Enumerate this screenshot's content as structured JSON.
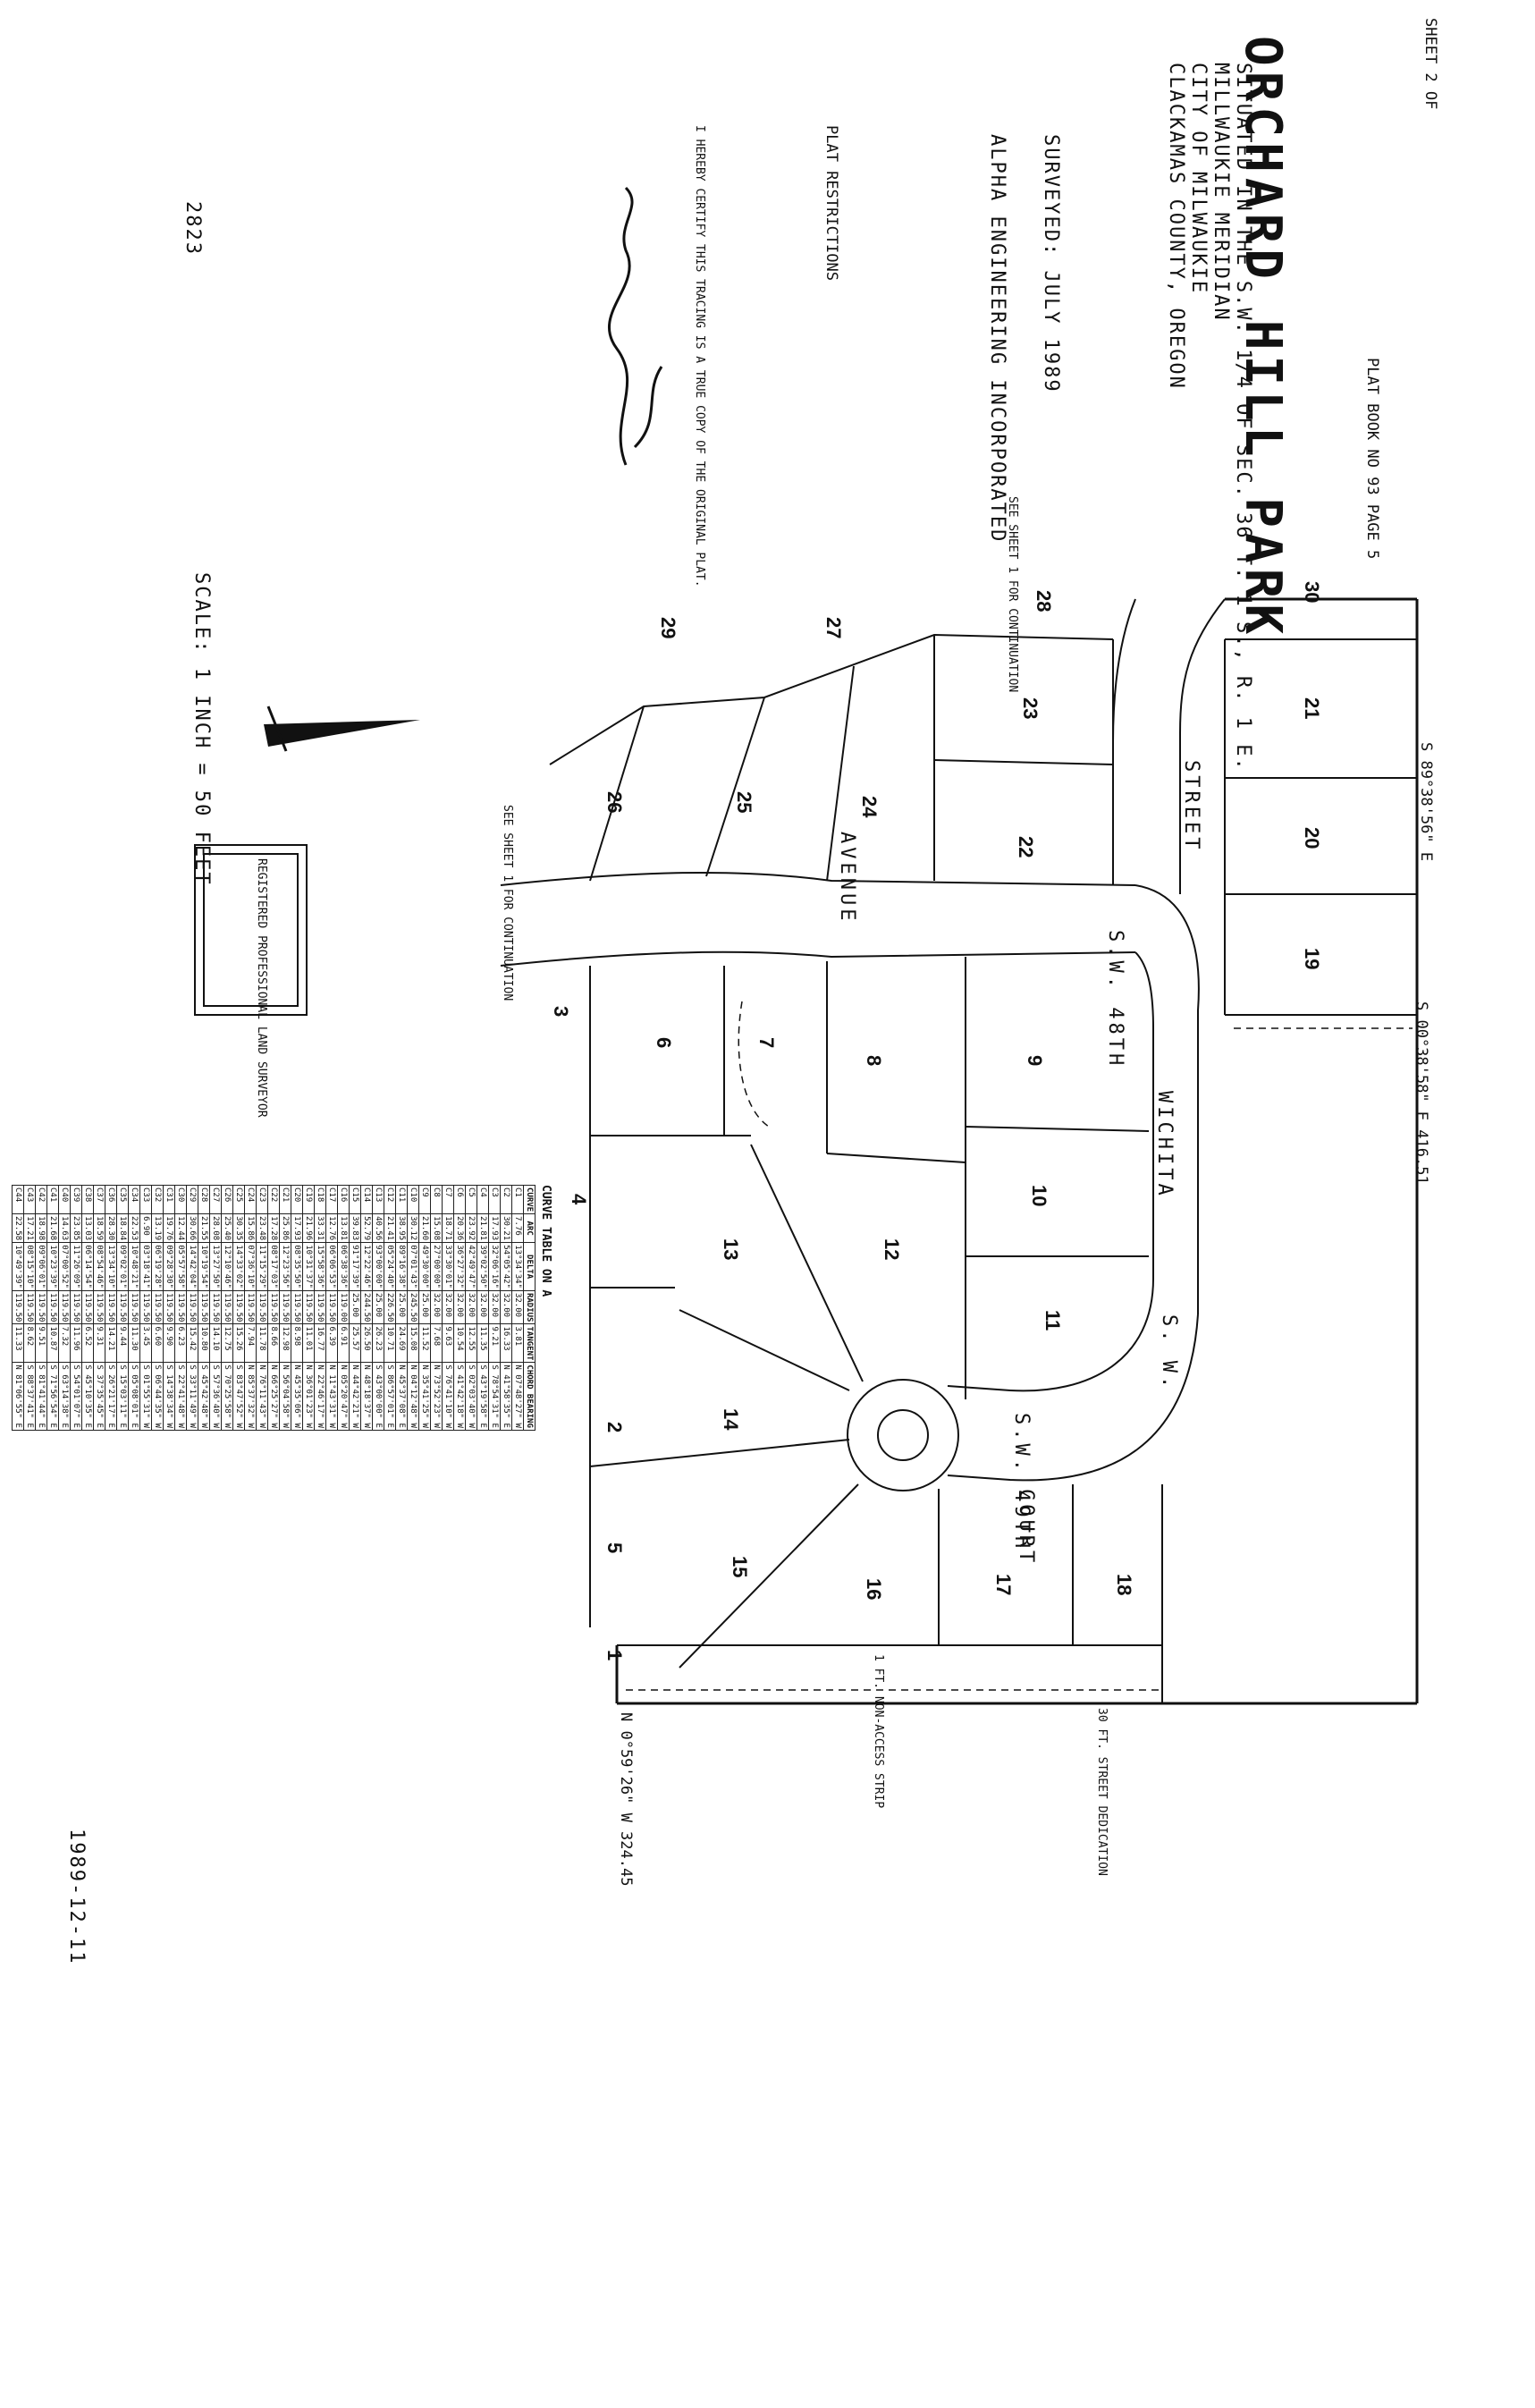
{
  "title": {
    "main": "ORCHARD HILL PARK",
    "sheet": "SHEET 2 OF",
    "plat_book": "PLAT BOOK NO",
    "plat_book_no": "93",
    "page": "PAGE",
    "page_no": "5"
  },
  "title_block": {
    "lines": [
      "SITUATED IN THE S.W. 1/4 OF SEC. 36 T. 1 S., R. 1 E.",
      "MILLWAUKIE MERIDIAN",
      "CITY OF MILWAUKIE",
      "CLACKAMAS COUNTY, OREGON"
    ],
    "surveyed": "SURVEYED: JULY 1989",
    "company": "ALPHA ENGINEERING INCORPORATED"
  },
  "restrictions": {
    "heading": "PLAT RESTRICTIONS",
    "text": "I HEREBY CERTIFY THIS TRACING IS A TRUE COPY OF THE ORIGINAL PLAT."
  },
  "scale": {
    "text": "SCALE: 1 INCH = 50 FEET",
    "north_icon": "north-arrow-icon"
  },
  "stamp": {
    "label": "REGISTERED PROFESSIONAL LAND SURVEYOR"
  },
  "handwriting": {
    "doc_no": "2823",
    "date_note": "1989-12-11"
  },
  "streets": [
    {
      "name": "S.W. 48TH",
      "label": "s-w-48th"
    },
    {
      "name": "AVENUE",
      "label": "avenue"
    },
    {
      "name": "STREET",
      "label": "street"
    },
    {
      "name": "S.W. 49TH",
      "label": "s-w-49th"
    },
    {
      "name": "COURT",
      "label": "court"
    },
    {
      "name": "WICHITA",
      "label": "wichita"
    },
    {
      "name": "S. W.",
      "label": "s-w"
    }
  ],
  "boundary": {
    "east_bearing": "S 00°38'58\" E  416.51",
    "south_bearing": "N 0°59'26\" W  324.45",
    "north_bearing": "S 89°38'56\" E",
    "street_dedication": "30 FT. STREET DEDICATION",
    "non_access": "1 FT. NON-ACCESS STRIP",
    "continuation_1": "SEE SHEET 1 FOR CONTINUATION",
    "continuation_2": "SEE SHEET 1 FOR CONTINUATION"
  },
  "lots": [
    {
      "num": "1",
      "area": ""
    },
    {
      "num": "2",
      "area": ""
    },
    {
      "num": "3",
      "area": ""
    },
    {
      "num": "4",
      "area": ""
    },
    {
      "num": "5",
      "area": ""
    },
    {
      "num": "6",
      "area": ""
    },
    {
      "num": "7",
      "area": ""
    },
    {
      "num": "8",
      "area": ""
    },
    {
      "num": "9",
      "area": ""
    },
    {
      "num": "10",
      "area": ""
    },
    {
      "num": "11",
      "area": ""
    },
    {
      "num": "12",
      "area": ""
    },
    {
      "num": "13",
      "area": ""
    },
    {
      "num": "14",
      "area": ""
    },
    {
      "num": "15",
      "area": ""
    },
    {
      "num": "16",
      "area": ""
    },
    {
      "num": "17",
      "area": ""
    },
    {
      "num": "18",
      "area": ""
    },
    {
      "num": "19",
      "area": ""
    },
    {
      "num": "20",
      "area": ""
    },
    {
      "num": "21",
      "area": ""
    },
    {
      "num": "22",
      "area": ""
    },
    {
      "num": "23",
      "area": ""
    },
    {
      "num": "24",
      "area": ""
    },
    {
      "num": "25",
      "area": ""
    },
    {
      "num": "26",
      "area": ""
    },
    {
      "num": "27",
      "area": ""
    },
    {
      "num": "28",
      "area": ""
    },
    {
      "num": "29",
      "area": ""
    },
    {
      "num": "30",
      "area": ""
    }
  ],
  "curve_table": {
    "title": "CURVE TABLE ON A",
    "headers": [
      "CURVE",
      "ARC",
      "DELTA",
      "RADIUS",
      "TANGENT",
      "CHORD BEARING"
    ],
    "rows": [
      [
        "C1",
        "7.76",
        "13°34'34\"",
        "32.00",
        "3.81",
        "N 07°48'27\" W"
      ],
      [
        "C2",
        "30.21",
        "54°05'42\"",
        "32.00",
        "16.33",
        "N 41°58'35\" E"
      ],
      [
        "C3",
        "17.93",
        "32°06'16\"",
        "32.00",
        "9.21",
        "S 78°54'31\" E"
      ],
      [
        "C4",
        "21.81",
        "39°02'50\"",
        "32.00",
        "11.35",
        "S 43°19'58\" E"
      ],
      [
        "C5",
        "23.92",
        "42°49'47\"",
        "32.00",
        "12.55",
        "S 02°03'40\" W"
      ],
      [
        "C6",
        "20.36",
        "36°27'32\"",
        "32.00",
        "10.54",
        "S 41°42'18\" W"
      ],
      [
        "C7",
        "18.71",
        "33°30'01\"",
        "32.00",
        "9.63",
        "S 76°41'10\" W"
      ],
      [
        "C8",
        "15.08",
        "27°00'00\"",
        "32.00",
        "7.68",
        "N 73°52'23\" W"
      ],
      [
        "C9",
        "21.60",
        "49°30'00\"",
        "25.00",
        "11.52",
        "N 35°41'25\" W"
      ],
      [
        "C10",
        "30.12",
        "07°01'43\"",
        "245.50",
        "15.08",
        "N 04°12'48\" W"
      ],
      [
        "C11",
        "38.95",
        "89°16'38\"",
        "25.00",
        "24.69",
        "N 45°37'08\" E"
      ],
      [
        "C12",
        "21.41",
        "05°24'40\"",
        "226.50",
        "10.71",
        "S 86°57'01\" E"
      ],
      [
        "C13",
        "40.56",
        "93°00'00\"",
        "25.00",
        "26.23",
        "S 43°00'00\" E"
      ],
      [
        "C14",
        "52.79",
        "12°22'46\"",
        "244.50",
        "26.50",
        "N 48°18'37\" W"
      ],
      [
        "C15",
        "39.83",
        "91°17'39\"",
        "25.00",
        "25.57",
        "N 44°42'21\" W"
      ],
      [
        "C16",
        "13.81",
        "06°38'36\"",
        "119.00",
        "6.91",
        "N 05°20'47\" W"
      ],
      [
        "C17",
        "12.76",
        "06°06'53\"",
        "119.50",
        "6.39",
        "N 11°43'31\" W"
      ],
      [
        "C18",
        "33.31",
        "15°58'36\"",
        "119.50",
        "16.77",
        "N 22°46'17\" W"
      ],
      [
        "C19",
        "21.96",
        "10°31'37\"",
        "119.50",
        "11.01",
        "N 36°01'23\" W"
      ],
      [
        "C20",
        "17.93",
        "08°35'50\"",
        "119.50",
        "8.98",
        "N 45°35'06\" W"
      ],
      [
        "C21",
        "25.86",
        "12°23'56\"",
        "119.50",
        "12.98",
        "N 56°04'58\" W"
      ],
      [
        "C22",
        "17.28",
        "08°17'03\"",
        "119.50",
        "8.66",
        "N 66°25'27\" W"
      ],
      [
        "C23",
        "23.48",
        "11°15'29\"",
        "119.50",
        "11.78",
        "N 76°11'43\" W"
      ],
      [
        "C24",
        "15.86",
        "07°36'10\"",
        "119.50",
        "7.94",
        "N 85°37'32\" W"
      ],
      [
        "C25",
        "30.35",
        "14°33'02\"",
        "119.50",
        "15.26",
        "S 83°47'52\" W"
      ],
      [
        "C26",
        "25.40",
        "12°10'46\"",
        "119.50",
        "12.75",
        "S 70°25'58\" W"
      ],
      [
        "C27",
        "28.08",
        "13°27'50\"",
        "119.50",
        "14.10",
        "S 57°36'40\" W"
      ],
      [
        "C28",
        "21.55",
        "10°19'54\"",
        "119.50",
        "10.80",
        "S 45°42'48\" W"
      ],
      [
        "C29",
        "30.66",
        "14°42'04\"",
        "119.50",
        "15.42",
        "S 33°11'49\" W"
      ],
      [
        "C30",
        "12.44",
        "05°57'58\"",
        "119.50",
        "6.23",
        "S 22°41'48\" W"
      ],
      [
        "C31",
        "19.76",
        "09°28'30\"",
        "119.50",
        "9.90",
        "S 14°38'34\" W"
      ],
      [
        "C32",
        "13.19",
        "06°19'28\"",
        "119.50",
        "6.60",
        "S 06°44'35\" W"
      ],
      [
        "C33",
        "6.90",
        "03°18'41\"",
        "119.50",
        "3.45",
        "S 01°55'31\" W"
      ],
      [
        "C34",
        "22.53",
        "10°48'21\"",
        "119.50",
        "11.30",
        "S 05°08'01\" E"
      ],
      [
        "C35",
        "18.84",
        "09°02'01\"",
        "119.50",
        "9.44",
        "S 15°03'11\" E"
      ],
      [
        "C36",
        "28.30",
        "13°34'10\"",
        "119.50",
        "14.21",
        "S 26°21'17\" E"
      ],
      [
        "C37",
        "18.59",
        "08°54'46\"",
        "119.50",
        "9.31",
        "S 37°35'45\" E"
      ],
      [
        "C38",
        "13.03",
        "06°14'54\"",
        "119.50",
        "6.52",
        "S 45°10'35\" E"
      ],
      [
        "C39",
        "23.85",
        "11°26'09\"",
        "119.50",
        "11.96",
        "S 54°01'07\" E"
      ],
      [
        "C40",
        "14.63",
        "07°00'52\"",
        "119.50",
        "7.32",
        "S 63°14'38\" E"
      ],
      [
        "C41",
        "21.68",
        "10°23'39\"",
        "119.50",
        "10.87",
        "S 71°56'54\" E"
      ],
      [
        "C42",
        "18.98",
        "09°06'01\"",
        "119.50",
        "9.51",
        "S 81°41'44\" E"
      ],
      [
        "C43",
        "17.21",
        "08°15'10\"",
        "119.50",
        "8.62",
        "S 88°37'41\" E"
      ],
      [
        "C44",
        "22.58",
        "10°49'39\"",
        "119.50",
        "11.33",
        "N 81°06'55\" E"
      ]
    ]
  }
}
